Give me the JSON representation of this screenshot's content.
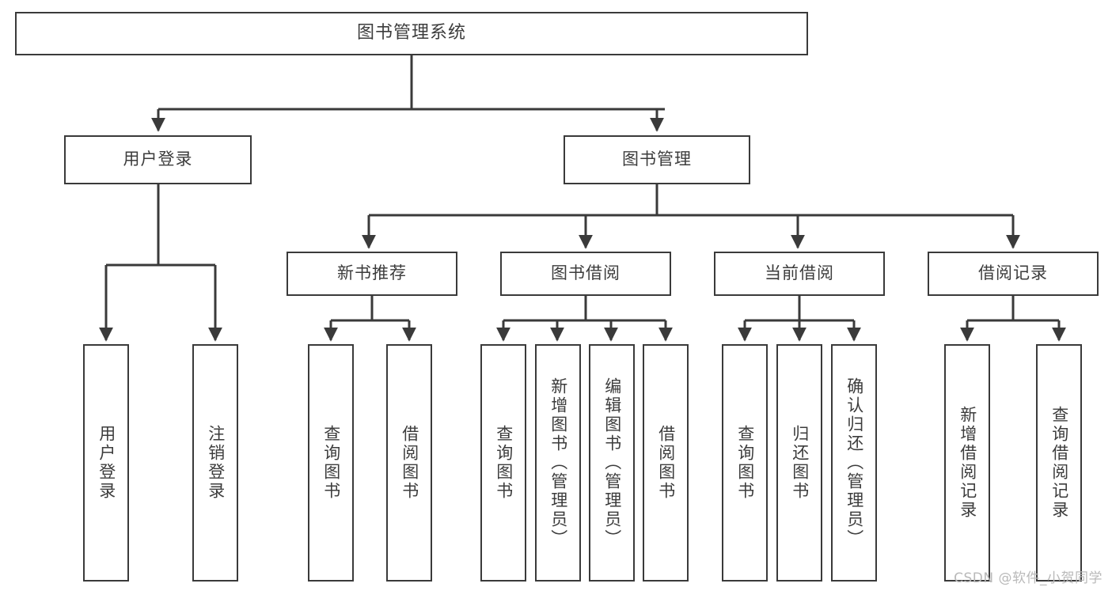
{
  "diagram": {
    "title": "图书管理系统",
    "type": "tree-hierarchy",
    "watermark": "CSDN @软件_小贺同学",
    "line_color": "#3a3a3a",
    "box_fill": "#ffffff",
    "text_color": "#3c3c3c"
  },
  "nodes": {
    "root": {
      "label": "图书管理系统"
    },
    "level1": [
      {
        "label": "用户登录"
      },
      {
        "label": "图书管理"
      }
    ],
    "level2": [
      {
        "label": "新书推荐"
      },
      {
        "label": "图书借阅"
      },
      {
        "label": "当前借阅"
      },
      {
        "label": "借阅记录"
      }
    ],
    "leaves_user_login": [
      {
        "label": "用户登录"
      },
      {
        "label": "注销登录"
      }
    ],
    "leaves_new_books": [
      {
        "label": "查询图书"
      },
      {
        "label": "借阅图书"
      }
    ],
    "leaves_borrow": [
      {
        "label": "查询图书"
      },
      {
        "label": "新增图书（管理员）"
      },
      {
        "label": "编辑图书（管理员）"
      },
      {
        "label": "借阅图书"
      }
    ],
    "leaves_current": [
      {
        "label": "查询图书"
      },
      {
        "label": "归还图书"
      },
      {
        "label": "确认归还（管理员）"
      }
    ],
    "leaves_records": [
      {
        "label": "新增借阅记录"
      },
      {
        "label": "查询借阅记录"
      }
    ]
  }
}
